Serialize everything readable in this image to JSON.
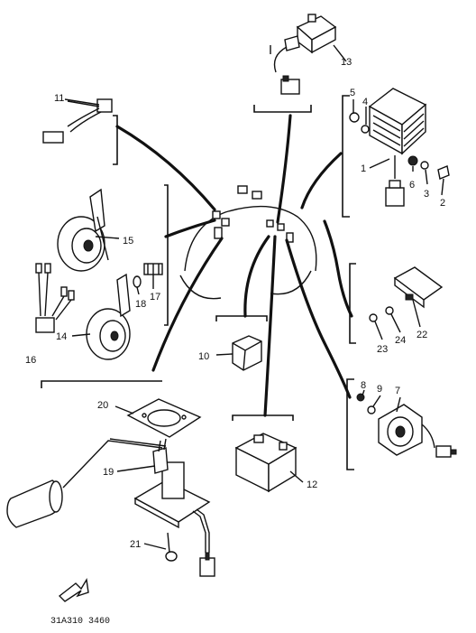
{
  "diagram": {
    "parts": [
      {
        "id": "p1",
        "label": "1"
      },
      {
        "id": "p2",
        "label": "2"
      },
      {
        "id": "p3",
        "label": "3"
      },
      {
        "id": "p4",
        "label": "4"
      },
      {
        "id": "p5",
        "label": "5"
      },
      {
        "id": "p6",
        "label": "6"
      },
      {
        "id": "p7",
        "label": "7"
      },
      {
        "id": "p8",
        "label": "8"
      },
      {
        "id": "p9",
        "label": "9"
      },
      {
        "id": "p10",
        "label": "10"
      },
      {
        "id": "p11",
        "label": "11"
      },
      {
        "id": "p12",
        "label": "12"
      },
      {
        "id": "p13",
        "label": "13"
      },
      {
        "id": "p14",
        "label": "14"
      },
      {
        "id": "p15",
        "label": "15"
      },
      {
        "id": "p16",
        "label": "16"
      },
      {
        "id": "p17",
        "label": "17"
      },
      {
        "id": "p18",
        "label": "18"
      },
      {
        "id": "p19",
        "label": "19"
      },
      {
        "id": "p20",
        "label": "20"
      },
      {
        "id": "p21",
        "label": "21"
      },
      {
        "id": "p22",
        "label": "22"
      },
      {
        "id": "p23",
        "label": "23"
      },
      {
        "id": "p24",
        "label": "24"
      }
    ],
    "drawing_code": "31A310 3460",
    "direction_icon": "front-arrow-icon"
  }
}
